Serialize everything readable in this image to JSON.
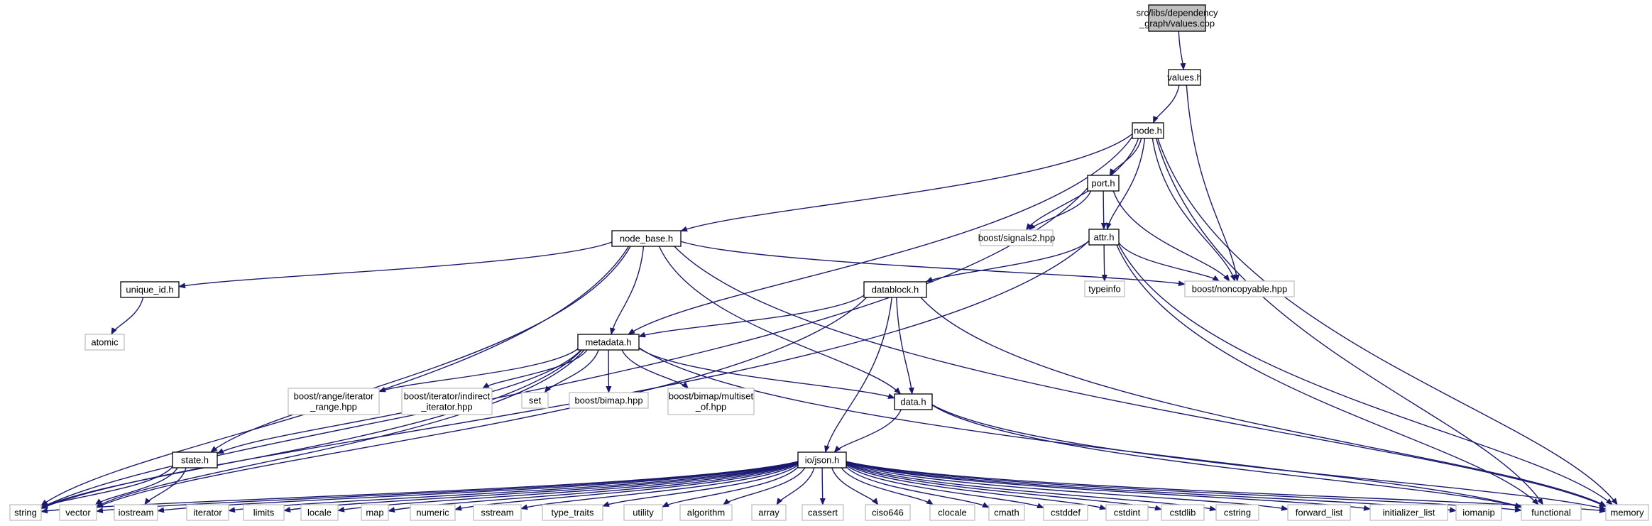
{
  "graph": {
    "root": "root",
    "nodes": [
      {
        "id": "root",
        "lines": [
          "src/libs/dependency",
          "_graph/values.cpp"
        ],
        "kind": "root"
      },
      {
        "id": "values_h",
        "lines": [
          "values.h"
        ],
        "kind": "file"
      },
      {
        "id": "node_h",
        "lines": [
          "node.h"
        ],
        "kind": "file"
      },
      {
        "id": "port_h",
        "lines": [
          "port.h"
        ],
        "kind": "file"
      },
      {
        "id": "node_base_h",
        "lines": [
          "node_base.h"
        ],
        "kind": "file"
      },
      {
        "id": "attr_h",
        "lines": [
          "attr.h"
        ],
        "kind": "file"
      },
      {
        "id": "signals2",
        "lines": [
          "boost/signals2.hpp"
        ],
        "kind": "external"
      },
      {
        "id": "unique_id_h",
        "lines": [
          "unique_id.h"
        ],
        "kind": "file"
      },
      {
        "id": "datablock_h",
        "lines": [
          "datablock.h"
        ],
        "kind": "file"
      },
      {
        "id": "typeinfo",
        "lines": [
          "typeinfo"
        ],
        "kind": "external"
      },
      {
        "id": "noncopyable",
        "lines": [
          "boost/noncopyable.hpp"
        ],
        "kind": "external"
      },
      {
        "id": "atomic",
        "lines": [
          "atomic"
        ],
        "kind": "external"
      },
      {
        "id": "metadata_h",
        "lines": [
          "metadata.h"
        ],
        "kind": "file"
      },
      {
        "id": "iter_range",
        "lines": [
          "boost/range/iterator",
          "_range.hpp"
        ],
        "kind": "external"
      },
      {
        "id": "indirect_iter",
        "lines": [
          "boost/iterator/indirect",
          "_iterator.hpp"
        ],
        "kind": "external"
      },
      {
        "id": "set",
        "lines": [
          "set"
        ],
        "kind": "external"
      },
      {
        "id": "bimap",
        "lines": [
          "boost/bimap.hpp"
        ],
        "kind": "external"
      },
      {
        "id": "multiset_of",
        "lines": [
          "boost/bimap/multiset",
          "_of.hpp"
        ],
        "kind": "external"
      },
      {
        "id": "data_h",
        "lines": [
          "data.h"
        ],
        "kind": "file"
      },
      {
        "id": "state_h",
        "lines": [
          "state.h"
        ],
        "kind": "file"
      },
      {
        "id": "json_h",
        "lines": [
          "io/json.h"
        ],
        "kind": "file"
      },
      {
        "id": "string",
        "lines": [
          "string"
        ],
        "kind": "external"
      },
      {
        "id": "vector",
        "lines": [
          "vector"
        ],
        "kind": "external"
      },
      {
        "id": "iostream",
        "lines": [
          "iostream"
        ],
        "kind": "external"
      },
      {
        "id": "iterator",
        "lines": [
          "iterator"
        ],
        "kind": "external"
      },
      {
        "id": "limits",
        "lines": [
          "limits"
        ],
        "kind": "external"
      },
      {
        "id": "locale",
        "lines": [
          "locale"
        ],
        "kind": "external"
      },
      {
        "id": "map",
        "lines": [
          "map"
        ],
        "kind": "external"
      },
      {
        "id": "numeric",
        "lines": [
          "numeric"
        ],
        "kind": "external"
      },
      {
        "id": "sstream",
        "lines": [
          "sstream"
        ],
        "kind": "external"
      },
      {
        "id": "type_traits",
        "lines": [
          "type_traits"
        ],
        "kind": "external"
      },
      {
        "id": "utility",
        "lines": [
          "utility"
        ],
        "kind": "external"
      },
      {
        "id": "algorithm",
        "lines": [
          "algorithm"
        ],
        "kind": "external"
      },
      {
        "id": "array",
        "lines": [
          "array"
        ],
        "kind": "external"
      },
      {
        "id": "cassert",
        "lines": [
          "cassert"
        ],
        "kind": "external"
      },
      {
        "id": "ciso646",
        "lines": [
          "ciso646"
        ],
        "kind": "external"
      },
      {
        "id": "clocale",
        "lines": [
          "clocale"
        ],
        "kind": "external"
      },
      {
        "id": "cmath",
        "lines": [
          "cmath"
        ],
        "kind": "external"
      },
      {
        "id": "cstddef",
        "lines": [
          "cstddef"
        ],
        "kind": "external"
      },
      {
        "id": "cstdint",
        "lines": [
          "cstdint"
        ],
        "kind": "external"
      },
      {
        "id": "cstdlib",
        "lines": [
          "cstdlib"
        ],
        "kind": "external"
      },
      {
        "id": "cstring",
        "lines": [
          "cstring"
        ],
        "kind": "external"
      },
      {
        "id": "forward_list",
        "lines": [
          "forward_list"
        ],
        "kind": "external"
      },
      {
        "id": "initializer_list",
        "lines": [
          "initializer_list"
        ],
        "kind": "external"
      },
      {
        "id": "iomanip",
        "lines": [
          "iomanip"
        ],
        "kind": "external"
      },
      {
        "id": "functional",
        "lines": [
          "functional"
        ],
        "kind": "external"
      },
      {
        "id": "memory",
        "lines": [
          "memory"
        ],
        "kind": "external"
      }
    ],
    "edges": [
      [
        "root",
        "values_h"
      ],
      [
        "values_h",
        "node_h"
      ],
      [
        "values_h",
        "noncopyable"
      ],
      [
        "node_h",
        "node_base_h"
      ],
      [
        "node_h",
        "port_h"
      ],
      [
        "node_h",
        "attr_h"
      ],
      [
        "node_h",
        "signals2"
      ],
      [
        "node_h",
        "noncopyable"
      ],
      [
        "node_h",
        "metadata_h"
      ],
      [
        "node_h",
        "functional"
      ],
      [
        "node_h",
        "memory"
      ],
      [
        "port_h",
        "string"
      ],
      [
        "port_h",
        "signals2"
      ],
      [
        "port_h",
        "attr_h"
      ],
      [
        "port_h",
        "noncopyable"
      ],
      [
        "attr_h",
        "datablock_h"
      ],
      [
        "attr_h",
        "typeinfo"
      ],
      [
        "attr_h",
        "noncopyable"
      ],
      [
        "attr_h",
        "string"
      ],
      [
        "attr_h",
        "functional"
      ],
      [
        "attr_h",
        "memory"
      ],
      [
        "node_base_h",
        "unique_id_h"
      ],
      [
        "node_base_h",
        "metadata_h"
      ],
      [
        "node_base_h",
        "data_h"
      ],
      [
        "node_base_h",
        "state_h"
      ],
      [
        "node_base_h",
        "string"
      ],
      [
        "node_base_h",
        "noncopyable"
      ],
      [
        "node_base_h",
        "memory"
      ],
      [
        "unique_id_h",
        "atomic"
      ],
      [
        "datablock_h",
        "metadata_h"
      ],
      [
        "datablock_h",
        "data_h"
      ],
      [
        "datablock_h",
        "json_h"
      ],
      [
        "datablock_h",
        "vector"
      ],
      [
        "datablock_h",
        "memory"
      ],
      [
        "metadata_h",
        "iter_range"
      ],
      [
        "metadata_h",
        "indirect_iter"
      ],
      [
        "metadata_h",
        "set"
      ],
      [
        "metadata_h",
        "bimap"
      ],
      [
        "metadata_h",
        "multiset_of"
      ],
      [
        "metadata_h",
        "data_h"
      ],
      [
        "metadata_h",
        "state_h"
      ],
      [
        "metadata_h",
        "string"
      ],
      [
        "metadata_h",
        "vector"
      ],
      [
        "metadata_h",
        "functional"
      ],
      [
        "data_h",
        "json_h"
      ],
      [
        "data_h",
        "functional"
      ],
      [
        "data_h",
        "memory"
      ],
      [
        "state_h",
        "string"
      ],
      [
        "state_h",
        "vector"
      ],
      [
        "state_h",
        "iostream"
      ],
      [
        "json_h",
        "string"
      ],
      [
        "json_h",
        "vector"
      ],
      [
        "json_h",
        "iostream"
      ],
      [
        "json_h",
        "iterator"
      ],
      [
        "json_h",
        "limits"
      ],
      [
        "json_h",
        "locale"
      ],
      [
        "json_h",
        "map"
      ],
      [
        "json_h",
        "numeric"
      ],
      [
        "json_h",
        "sstream"
      ],
      [
        "json_h",
        "type_traits"
      ],
      [
        "json_h",
        "utility"
      ],
      [
        "json_h",
        "algorithm"
      ],
      [
        "json_h",
        "array"
      ],
      [
        "json_h",
        "cassert"
      ],
      [
        "json_h",
        "ciso646"
      ],
      [
        "json_h",
        "clocale"
      ],
      [
        "json_h",
        "cmath"
      ],
      [
        "json_h",
        "cstddef"
      ],
      [
        "json_h",
        "cstdint"
      ],
      [
        "json_h",
        "cstdlib"
      ],
      [
        "json_h",
        "cstring"
      ],
      [
        "json_h",
        "forward_list"
      ],
      [
        "json_h",
        "initializer_list"
      ],
      [
        "json_h",
        "iomanip"
      ],
      [
        "json_h",
        "functional"
      ],
      [
        "json_h",
        "memory"
      ]
    ],
    "colors": {
      "edge": "#191970",
      "root_fill": "#bfbfbf",
      "file_border": "#000000",
      "external_border": "#bfbfbf",
      "external_text": "#000000"
    }
  }
}
